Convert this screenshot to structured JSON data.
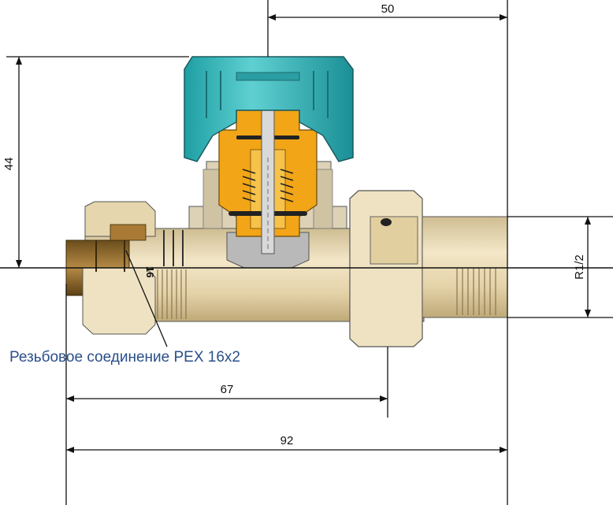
{
  "dimensions": {
    "top_width": "50",
    "height": "44",
    "thread_size": "R1/2",
    "inner_length": "67",
    "total_length": "92"
  },
  "labels": {
    "callout": "Резьбовое соединение PEX 16x2",
    "pipe_marking": "16"
  },
  "colors": {
    "cap": "#2bb7b8",
    "insert": "#f2a516",
    "body": "#e9d8b3",
    "nut": "#8a6a30",
    "callout_text": "#2a4f8a",
    "line": "#111111"
  }
}
